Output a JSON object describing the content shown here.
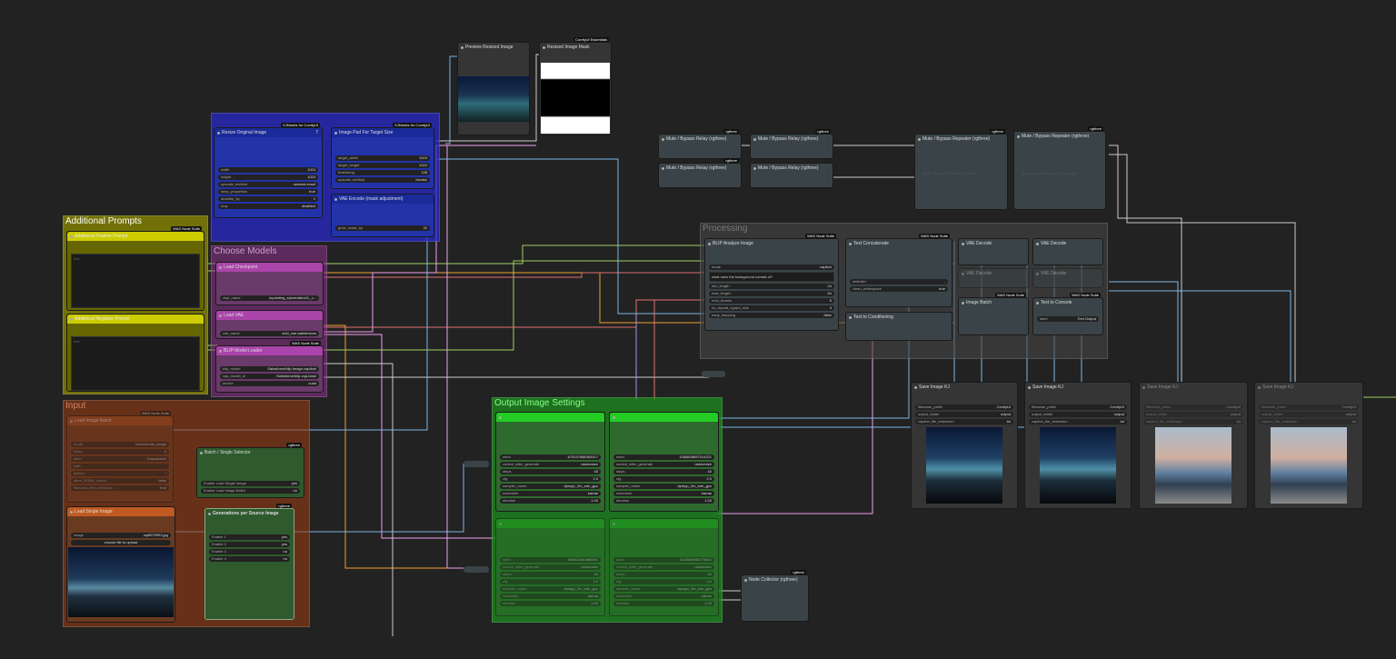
{
  "groups": {
    "additional_prompts": "Additional Prompts",
    "choose_models": "Choose Models",
    "input": "Input",
    "output_image_settings": "Output Image Settings",
    "processing": "Processing"
  },
  "nodes": {
    "preview_resized": {
      "title": "Preview Resized Image"
    },
    "resized_mask": {
      "title": "Resized Image Mask",
      "badge": "ComfyUI Essentials"
    },
    "resize_original": {
      "title": "Resize Original Image",
      "badge": "KJNodes for ComfyUI",
      "count": "7",
      "widgets": [
        {
          "k": "width",
          "v": "1024"
        },
        {
          "k": "height",
          "v": "1024"
        },
        {
          "k": "upscale_method",
          "v": "nearest-exact"
        },
        {
          "k": "keep_proportion",
          "v": "true"
        },
        {
          "k": "divisible_by",
          "v": "1"
        },
        {
          "k": "crop",
          "v": "disabled"
        }
      ]
    },
    "image_pad": {
      "title": "Image Pad For Target Size",
      "badge": "KJNodes for ComfyUI",
      "widgets": [
        {
          "k": "target_width",
          "v": "1024"
        },
        {
          "k": "target_height",
          "v": "1024"
        },
        {
          "k": "feathering",
          "v": "128"
        },
        {
          "k": "upscale_method",
          "v": "bicubic"
        }
      ]
    },
    "vae_encode": {
      "title": "VAE Encode (mask adjustment)",
      "widgets": [
        {
          "k": "grow_mask_by",
          "v": "32"
        }
      ]
    },
    "pos_prompt": {
      "title": "Additional Positive Prompt",
      "placeholder": "text",
      "badge": "WAS Node Suite"
    },
    "neg_prompt": {
      "title": "Additional Negative Prompt",
      "placeholder": "text"
    },
    "load_checkpoint": {
      "title": "Load Checkpoint",
      "widgets": [
        {
          "k": "ckpt_name",
          "v": "inpainting_epicrealismXL_v..."
        }
      ]
    },
    "load_vae": {
      "title": "Load VAE",
      "widgets": [
        {
          "k": "vae_name",
          "v": "sdxl_vae.safetensors"
        }
      ]
    },
    "blip_loader": {
      "title": "BLIP Model Loader",
      "badge": "WAS Node Suite",
      "widgets": [
        {
          "k": "blip_model",
          "v": "Salesforce/blip-image-captioni"
        },
        {
          "k": "vqa_model_id",
          "v": "Salesforce/blip-vqa-base"
        },
        {
          "k": "device",
          "v": "cuda"
        }
      ]
    },
    "load_image_batch": {
      "title": "Load Image Batch",
      "badge": "WAS Node Suite",
      "widgets": [
        {
          "k": "mode",
          "v": "incremental_image"
        },
        {
          "k": "index",
          "v": "0"
        },
        {
          "k": "label",
          "v": "Outputbatch"
        },
        {
          "k": "path",
          "v": ""
        },
        {
          "k": "pattern",
          "v": "*"
        },
        {
          "k": "allow_RGBA_output",
          "v": "false"
        },
        {
          "k": "filename_text_extension",
          "v": "true"
        }
      ]
    },
    "load_single": {
      "title": "Load Single Image",
      "image": "wp8579953.jpg",
      "upload": "choose file to upload"
    },
    "batch_selector": {
      "title": "Batch / Single Selector",
      "badge": "rgthree",
      "widgets": [
        {
          "k": "Enable Load Single Image",
          "v": "yes"
        },
        {
          "k": "Enable Load Image Batch",
          "v": "no"
        }
      ]
    },
    "generations": {
      "title": "Generations per Source Image",
      "badge": "rgthree",
      "widgets": [
        {
          "k": "Enable 1",
          "v": "yes"
        },
        {
          "k": "Enable 2",
          "v": "yes"
        },
        {
          "k": "Enable 3",
          "v": "no"
        },
        {
          "k": "Enable 4",
          "v": "no"
        }
      ]
    },
    "ksampler_a": {
      "widgets": [
        {
          "k": "seed",
          "v": "670147688384417"
        },
        {
          "k": "control_after_generate",
          "v": "randomize"
        },
        {
          "k": "steps",
          "v": "40"
        },
        {
          "k": "cfg",
          "v": "2.0"
        },
        {
          "k": "sampler_name",
          "v": "dpmpp_2m_sde_gpu"
        },
        {
          "k": "scheduler",
          "v": "karras"
        },
        {
          "k": "denoise",
          "v": "1.00"
        }
      ]
    },
    "ksampler_b": {
      "widgets": [
        {
          "k": "seed",
          "v": "1058848857014221"
        },
        {
          "k": "control_after_generate",
          "v": "randomize"
        },
        {
          "k": "steps",
          "v": "40"
        },
        {
          "k": "cfg",
          "v": "2.0"
        },
        {
          "k": "sampler_name",
          "v": "dpmpp_2m_sde_gpu"
        },
        {
          "k": "scheduler",
          "v": "karras"
        },
        {
          "k": "denoise",
          "v": "1.00"
        }
      ]
    },
    "ksampler_c": {
      "widgets": [
        {
          "k": "seed",
          "v": "852824440880061"
        },
        {
          "k": "control_after_generate",
          "v": "randomize"
        },
        {
          "k": "steps",
          "v": "40"
        },
        {
          "k": "cfg",
          "v": "2.0"
        },
        {
          "k": "sampler_name",
          "v": "dpmpp_2m_sde_gpu"
        },
        {
          "k": "scheduler",
          "v": "karras"
        },
        {
          "k": "denoise",
          "v": "1.00"
        }
      ]
    },
    "ksampler_d": {
      "widgets": [
        {
          "k": "seed",
          "v": "1015559958778601"
        },
        {
          "k": "control_after_generate",
          "v": "randomize"
        },
        {
          "k": "steps",
          "v": "40"
        },
        {
          "k": "cfg",
          "v": "2.0"
        },
        {
          "k": "sampler_name",
          "v": "dpmpp_2m_sde_gpu"
        },
        {
          "k": "scheduler",
          "v": "karras"
        },
        {
          "k": "denoise",
          "v": "1.00"
        }
      ]
    },
    "mute_relay_1": {
      "title": "Mute / Bypass Relay (rgthree)",
      "badge": "rgthree"
    },
    "mute_relay_2": {
      "title": "Mute / Bypass Relay (rgthree)",
      "badge": "rgthree"
    },
    "mute_relay_3": {
      "title": "Mute / Bypass Relay (rgthree)",
      "badge": "rgthree"
    },
    "mute_relay_4": {
      "title": "Mute / Bypass Relay (rgthree)",
      "badge": "rgthree"
    },
    "mute_repeater_1": {
      "title": "Mute / Bypass Repeater (rgthree)",
      "badge": "rgthree",
      "sub": "Mute / Bypass Repeater (rgthree)"
    },
    "mute_repeater_2": {
      "title": "Mute / Bypass Repeater (rgthree)",
      "badge": "rgthree",
      "sub": "Mute / Bypass Repeater (rgthree)"
    },
    "blip_analyze": {
      "title": "BLIP Analyze Image",
      "badge": "WAS Node Suite",
      "question": "what does the background consist of?",
      "widgets": [
        {
          "k": "mode",
          "v": "caption"
        },
        {
          "k": "min_length",
          "v": "24"
        },
        {
          "k": "max_length",
          "v": "64"
        },
        {
          "k": "num_beams",
          "v": "5"
        },
        {
          "k": "no_repeat_ngram_size",
          "v": "3"
        },
        {
          "k": "early_stopping",
          "v": "false"
        }
      ]
    },
    "text_concat": {
      "title": "Text Concatenate",
      "badge": "WAS Node Suite",
      "widgets": [
        {
          "k": "delimiter",
          "v": ", "
        },
        {
          "k": "clean_whitespace",
          "v": "true"
        }
      ]
    },
    "text_cond": {
      "title": "Text to Conditioning"
    },
    "vae_decode_1": {
      "title": "VAE Decode"
    },
    "vae_decode_2": {
      "title": "VAE Decode"
    },
    "vae_decode_3": {
      "title": "VAE Decode"
    },
    "vae_decode_4": {
      "title": "VAE Decode"
    },
    "image_batch": {
      "title": "Image Batch",
      "badge": "WAS Node Suite"
    },
    "text_console": {
      "title": "Text to Console",
      "badge": "WAS Node Suite",
      "widgets": [
        {
          "k": "label",
          "v": "Text Output"
        }
      ]
    },
    "save_1": {
      "title": "Save Image KJ",
      "widgets": [
        {
          "k": "filename_prefix",
          "v": "ComfyUI"
        },
        {
          "k": "output_folder",
          "v": "output"
        },
        {
          "k": "caption_file_extension",
          "v": ".txt"
        }
      ]
    },
    "save_2": {
      "title": "Save Image KJ",
      "widgets": [
        {
          "k": "filename_prefix",
          "v": "ComfyUI"
        },
        {
          "k": "output_folder",
          "v": "output"
        },
        {
          "k": "caption_file_extension",
          "v": ".txt"
        }
      ]
    },
    "save_3": {
      "title": "Save Image KJ",
      "widgets": [
        {
          "k": "filename_prefix",
          "v": "ComfyUI"
        },
        {
          "k": "output_folder",
          "v": "output"
        },
        {
          "k": "caption_file_extension",
          "v": ".txt"
        }
      ]
    },
    "save_4": {
      "title": "Save Image KJ",
      "widgets": [
        {
          "k": "filename_prefix",
          "v": "ComfyUI"
        },
        {
          "k": "output_folder",
          "v": "output"
        },
        {
          "k": "caption_file_extension",
          "v": ".txt"
        }
      ]
    },
    "node_collector": {
      "title": "Node Collector (rgthree)",
      "badge": "rgthree"
    }
  },
  "colors": {
    "canvas": "#222222",
    "wire_blue": "#7ab6e6",
    "wire_orange": "#f0a030",
    "wire_pink": "#f0a0f0",
    "wire_red": "#e07070",
    "wire_green": "#a0d060",
    "wire_gray": "#c0c0c0",
    "wire_purple": "#b090f0"
  }
}
